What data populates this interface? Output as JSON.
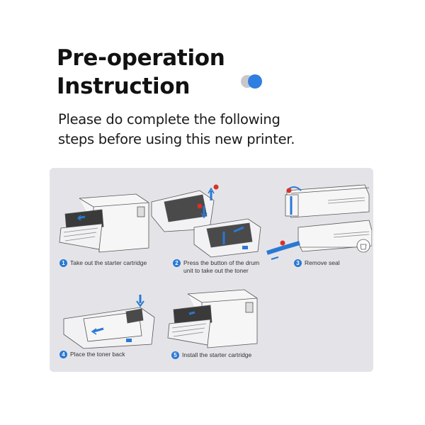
{
  "header": {
    "title_line1": "Pre-operation",
    "title_line2": "Instruction",
    "subtitle_line1": "Please do complete the following",
    "subtitle_line2": "steps before using this new printer."
  },
  "logo": {
    "icon": "two-dots-logo-icon",
    "colors": [
      "#c8c8cc",
      "#2f7fe0"
    ]
  },
  "colors": {
    "accent": "#2a78d4",
    "panel_bg": "#e4e4e8",
    "callout_red": "#d9302a"
  },
  "steps": [
    {
      "number": "1",
      "label_line1": "Take out the starter cartridge",
      "label_line2": "",
      "illustration": "printer-open-front-icon"
    },
    {
      "number": "2",
      "label_line1": "Press the button of the drum",
      "label_line2": "unit to take out the toner",
      "illustration": "drum-unit-icon",
      "callouts": [
        "1",
        "2"
      ]
    },
    {
      "number": "3",
      "label_line1": "Remove seal",
      "label_line2": "",
      "illustration": "toner-seal-icon",
      "callouts": [
        "1",
        "2"
      ]
    },
    {
      "number": "4",
      "label_line1": "Place the toner back",
      "label_line2": "",
      "illustration": "drum-unit-insert-icon"
    },
    {
      "number": "5",
      "label_line1": "Install the starter cartridge",
      "label_line2": "",
      "illustration": "printer-open-front-icon"
    }
  ]
}
